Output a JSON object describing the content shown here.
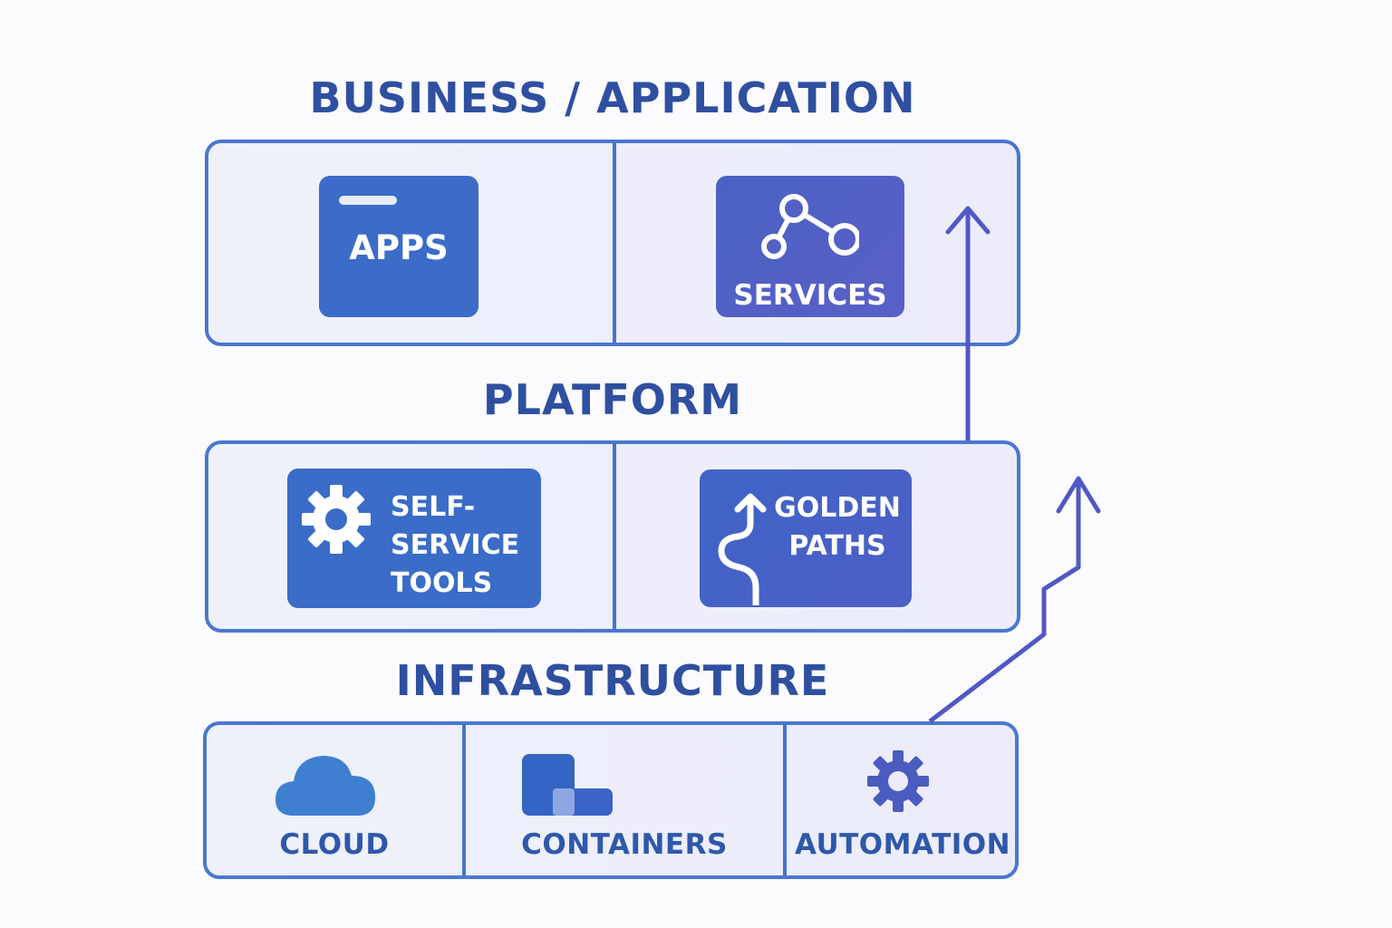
{
  "diagram": {
    "business": {
      "title": "BUSINESS / APPLICATION",
      "apps_label": "APPS",
      "services_label": "SERVICES"
    },
    "platform": {
      "title": "PLATFORM",
      "selfservice_lines": [
        "SELF-",
        "SERVICE",
        "TOOLS"
      ],
      "golden_lines": [
        "GOLDEN",
        "PATHS"
      ]
    },
    "infrastructure": {
      "title": "INFRASTRUCTURE",
      "cloud_label": "CLOUD",
      "containers_label": "CONTAINERS",
      "automation_label": "AUTOMATION"
    },
    "icons": {
      "apps": "window-icon",
      "services": "network-nodes-icon",
      "selfservice": "gear-icon",
      "golden": "winding-path-arrow-icon",
      "cloud": "cloud-icon",
      "containers": "container-blocks-icon",
      "automation": "gear-icon"
    },
    "colors": {
      "title_text": "#2f4fa0",
      "layer_border": "#4a78d0",
      "tile_blue": "#3c6cc8",
      "tile_indigo": "#5060c4",
      "arrow": "#5258c4"
    }
  }
}
